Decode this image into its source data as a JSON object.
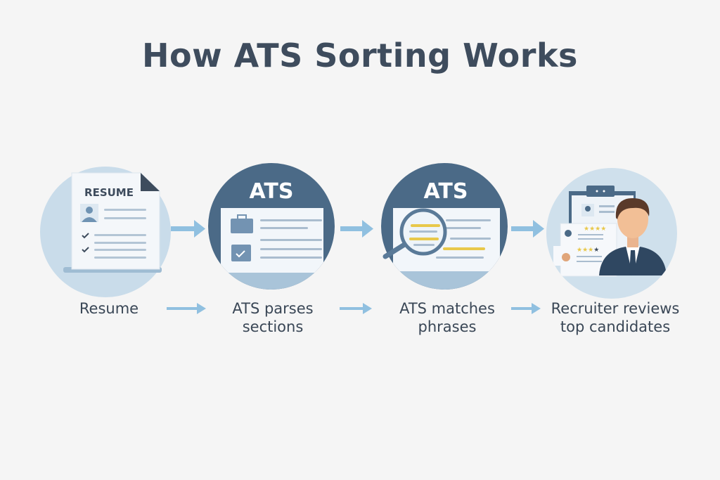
{
  "title": "How ATS Sorting Works",
  "steps": [
    {
      "label_lines": [
        "Resume"
      ],
      "icon_text": "RESUME"
    },
    {
      "label_lines": [
        "ATS parses",
        "sections"
      ],
      "icon_text": "ATS"
    },
    {
      "label_lines": [
        "ATS matches",
        "phrases"
      ],
      "icon_text": "ATS"
    },
    {
      "label_lines": [
        "Recruiter reviews",
        "top candidates"
      ]
    }
  ],
  "colors": {
    "dark": "#4b6a87",
    "light": "#c9dcea",
    "arrow": "#90c0e0",
    "highlight": "#e8c84a",
    "text": "#3e4c5d"
  }
}
